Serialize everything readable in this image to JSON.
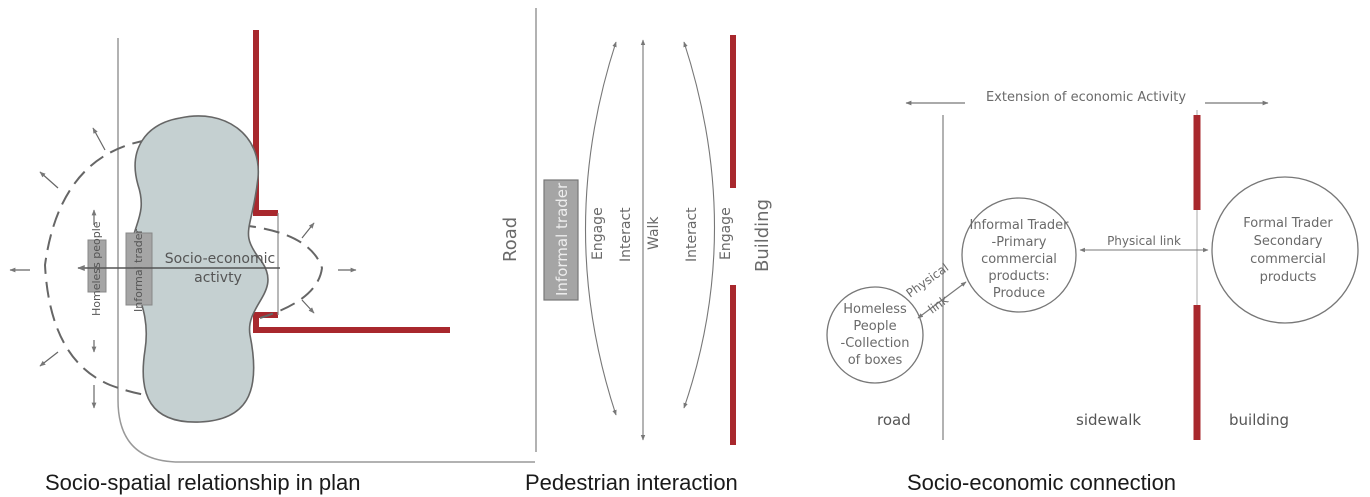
{
  "plan": {
    "caption": "Socio-spatial relationship in plan",
    "homeless_label": "Homeless people",
    "informal_label": "Informal trader",
    "activity_line1": "Socio-economic",
    "activity_line2": "activty"
  },
  "pedestrian": {
    "caption": "Pedestrian interaction",
    "road": "Road",
    "informal_trader": "Informal trader",
    "engage_left": "Engage",
    "interact_left": "Interact",
    "walk": "Walk",
    "interact_right": "Interact",
    "engage_right": "Engage",
    "building": "Building"
  },
  "connection": {
    "caption": "Socio-economic connection",
    "extension": "Extension of economic Activity",
    "homeless": [
      "Homeless",
      "People",
      "-Collection",
      "of boxes"
    ],
    "informal": [
      "Informal Trader",
      "-Primary",
      "commercial",
      "products:",
      "Produce"
    ],
    "formal": [
      "Formal Trader",
      "Secondary",
      "commercial",
      "products"
    ],
    "physical_link_diag": [
      "Physical",
      "link"
    ],
    "physical_link": "Physical link",
    "road": "road",
    "sidewalk": "sidewalk",
    "building": "building"
  },
  "colors": {
    "building_wall": "#a8282d",
    "blob_fill": "#c5d0d1",
    "box_fill": "#a5a5a5",
    "line": "#777777"
  }
}
